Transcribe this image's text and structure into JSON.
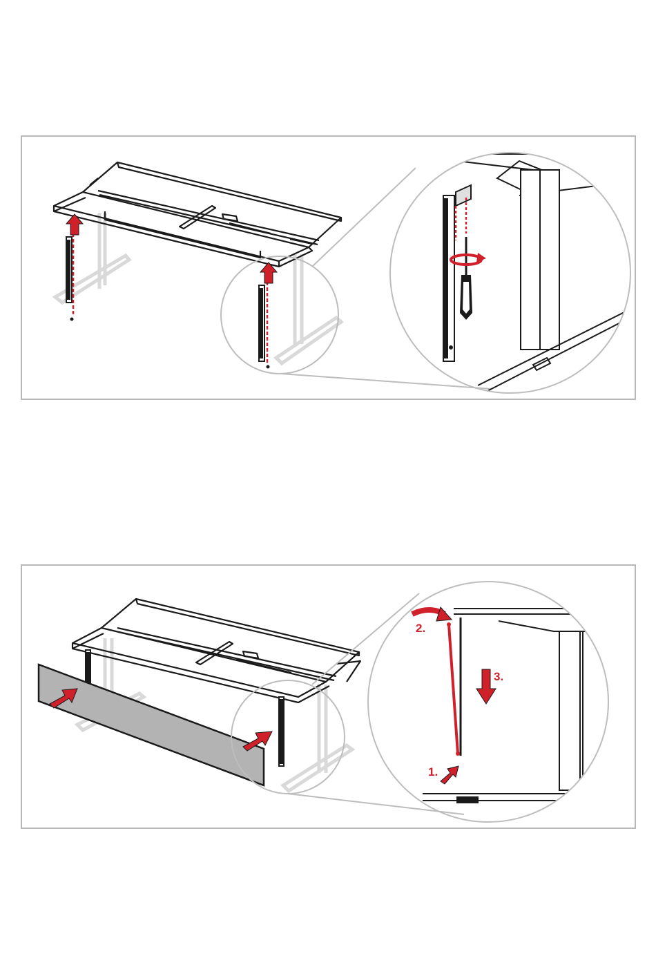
{
  "panels": [
    {
      "id": "fixing-legs",
      "labels": []
    },
    {
      "id": "fitting-modesty-panel",
      "labels": [
        "1.",
        "2.",
        "3."
      ]
    }
  ],
  "colors": {
    "accent_red": "#d0202a",
    "frame_gray": "#b8b8b8",
    "panel_fill": "#b3b3b3",
    "line": "#1a1a1a",
    "ghost": "#d9d9d9"
  },
  "icons": [
    "screwdriver-icon",
    "rotate-arrow-icon",
    "up-arrow-icon",
    "push-arrow-icon",
    "down-arrow-icon",
    "curved-arrow-icon"
  ]
}
